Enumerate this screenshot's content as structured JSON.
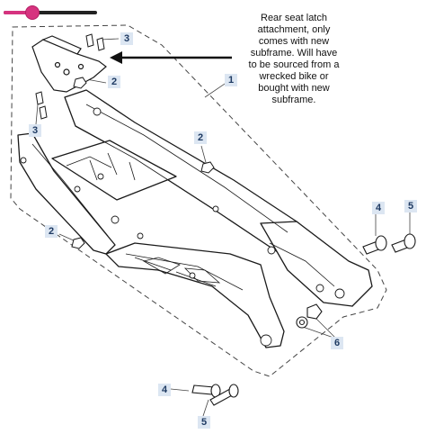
{
  "slider": {
    "level": 0.3,
    "track_color": "#222222",
    "fill_color": "#d6337f"
  },
  "note": {
    "lines": [
      "Rear seat latch",
      "attachment, only",
      "comes with new",
      "subframe. Will have",
      "to be sourced from a",
      "wrecked bike or",
      "bought with new",
      "subframe."
    ]
  },
  "callouts": {
    "c1": "1",
    "c2a": "2",
    "c2b": "2",
    "c2c": "2",
    "c3a": "3",
    "c3b": "3",
    "c4a": "4",
    "c4b": "4",
    "c5a": "5",
    "c5b": "5",
    "c6": "6"
  },
  "colors": {
    "callout_bg": "#dce6f2",
    "callout_text": "#1f3b63",
    "line": "#1a1a1a"
  }
}
